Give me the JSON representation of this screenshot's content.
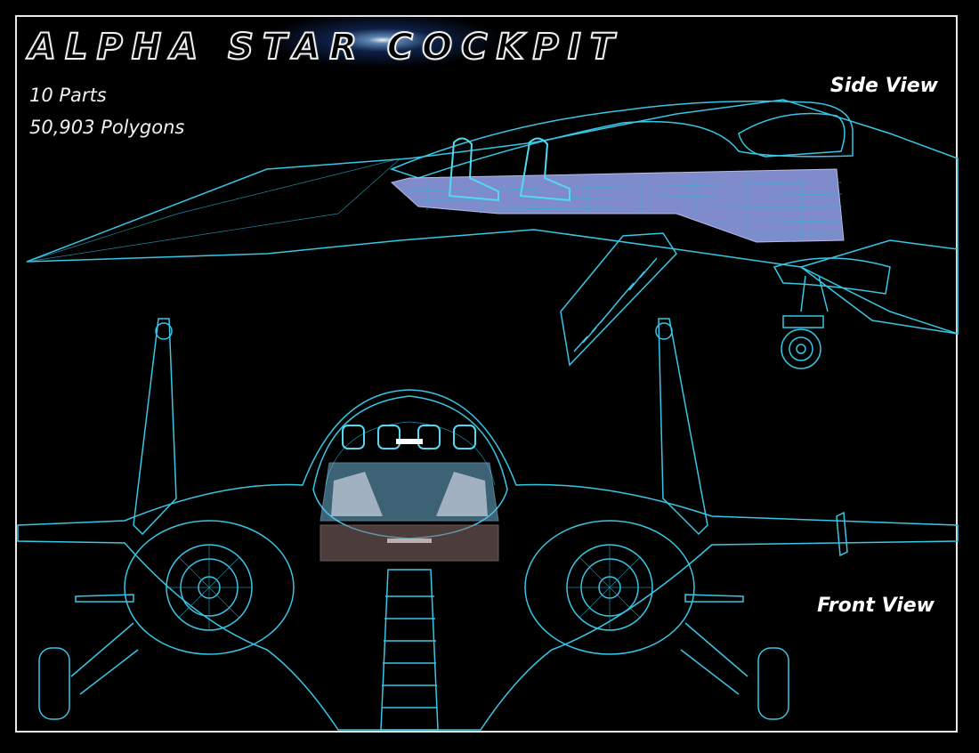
{
  "title": "ALPHA STAR COCKPIT",
  "stats": {
    "parts": "10 Parts",
    "polygons": "50,903 Polygons"
  },
  "labels": {
    "side_view": "Side View",
    "front_view": "Front View"
  },
  "colors": {
    "background": "#000000",
    "wireframe": "#39c6e6",
    "cockpit_panels": "#8d9be0",
    "border": "#e9e9e9",
    "text": "#ffffff"
  }
}
